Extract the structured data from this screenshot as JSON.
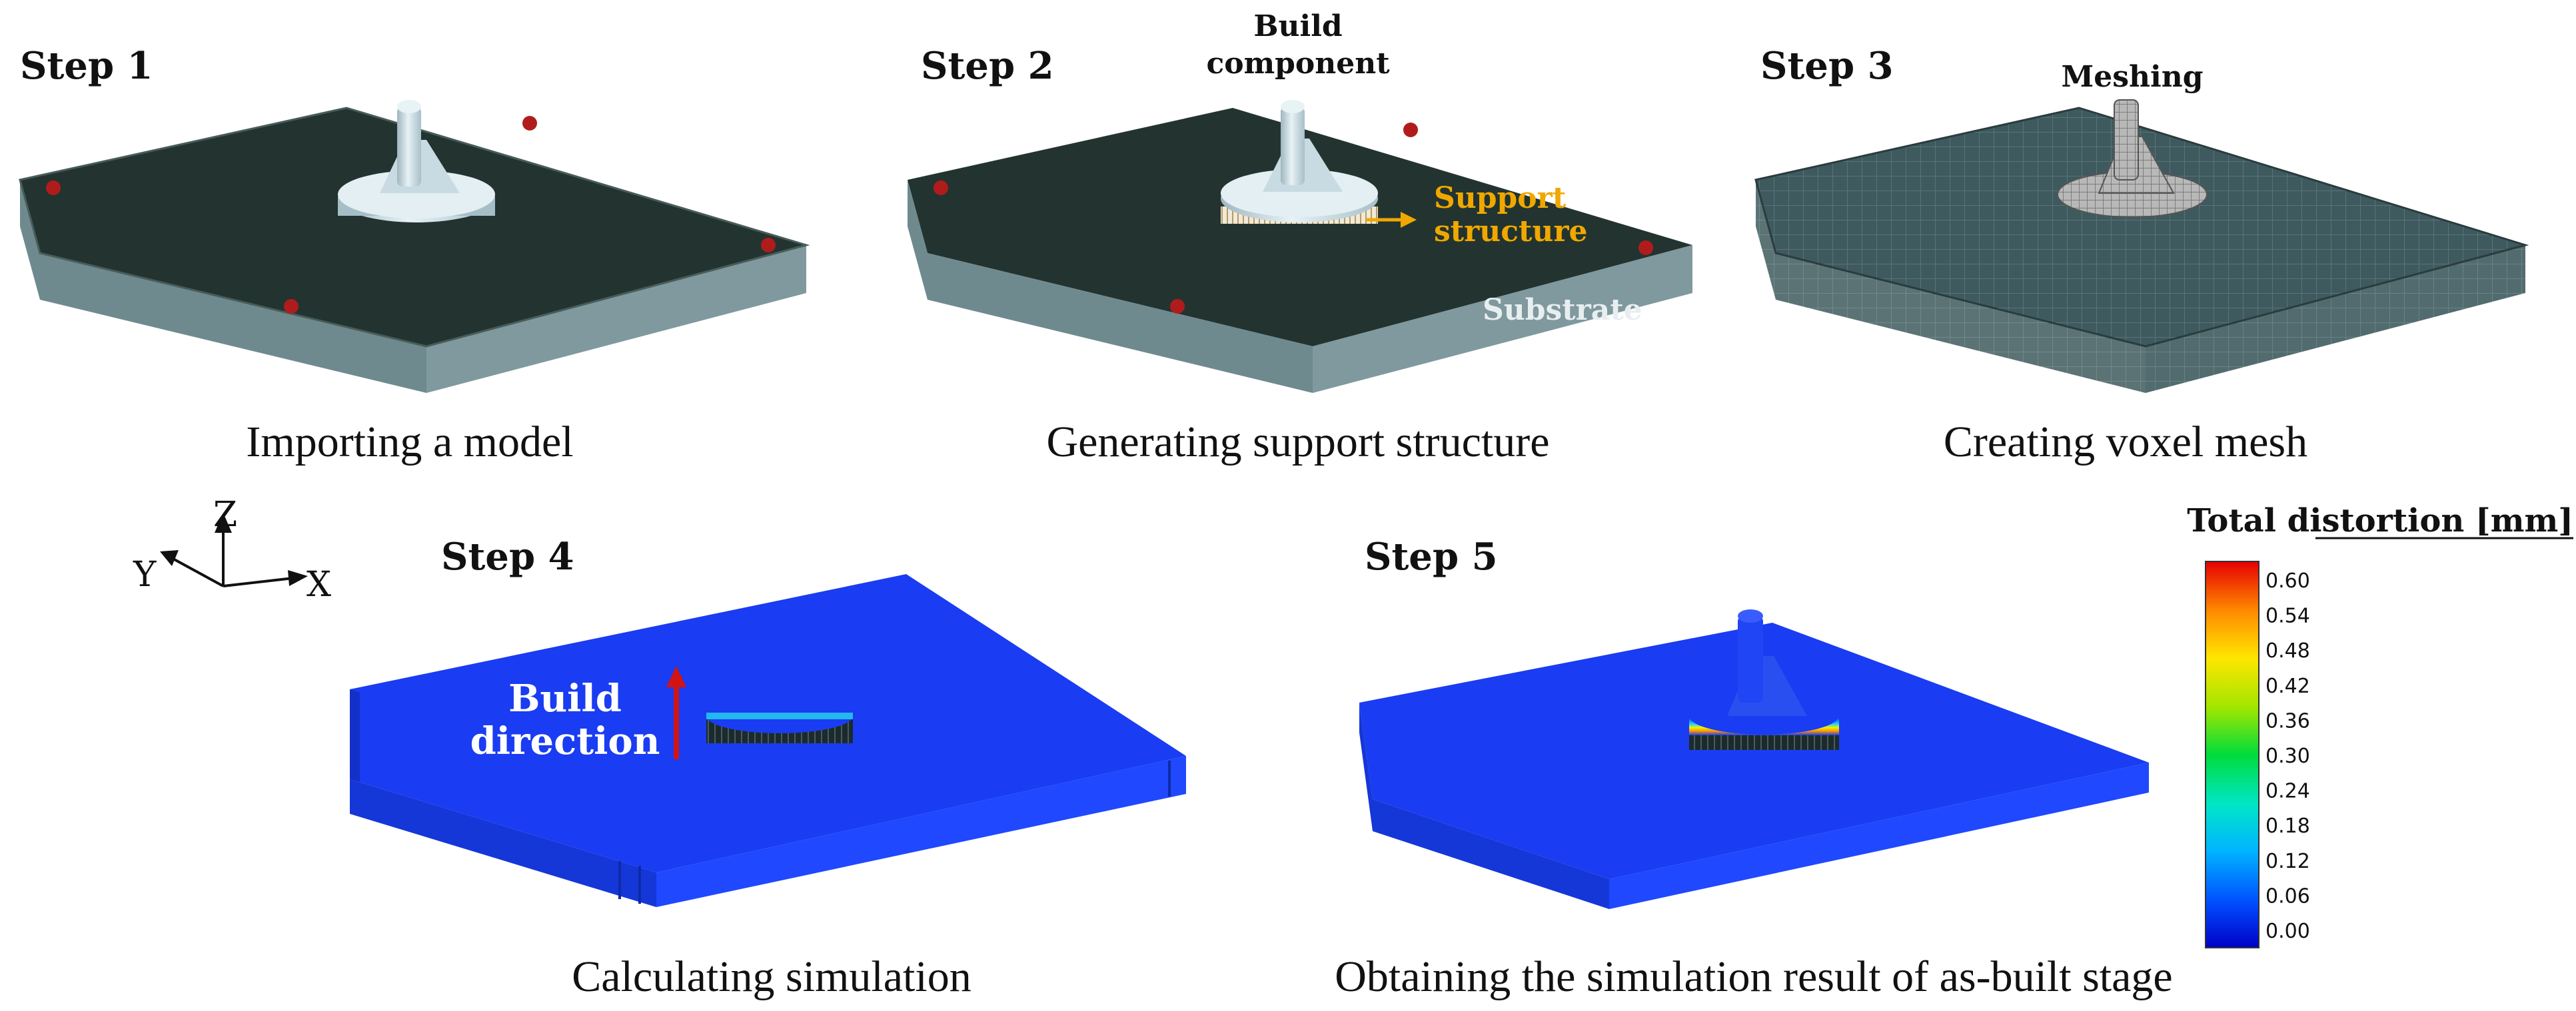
{
  "steps": [
    {
      "label": "Step 1",
      "caption": "Importing a model"
    },
    {
      "label": "Step 2",
      "caption": "Generating support structure"
    },
    {
      "label": "Step 3",
      "caption": "Creating voxel mesh"
    },
    {
      "label": "Step 4",
      "caption": "Calculating simulation"
    },
    {
      "label": "Step 5",
      "caption": "Obtaining the simulation result of as-built stage"
    }
  ],
  "annotations": {
    "build_component_line1": "Build",
    "build_component_line2": "component",
    "support_line1": "Support",
    "support_line2": "structure",
    "substrate": "Substrate",
    "meshing": "Meshing",
    "build_direction_line1": "Build",
    "build_direction_line2": "direction"
  },
  "axes": {
    "z": "Z",
    "y": "Y",
    "x": "X"
  },
  "colorbar": {
    "title": "Total distortion [mm]",
    "ticks": [
      "0.60",
      "0.54",
      "0.48",
      "0.42",
      "0.36",
      "0.30",
      "0.24",
      "0.18",
      "0.12",
      "0.06",
      "0.00"
    ],
    "min": 0.0,
    "max": 0.6
  },
  "colors": {
    "plate_top": "#233430",
    "plate_side": "#6f8a8f",
    "part": "#cfe1e8",
    "mesh_plate": "#3f5a5e",
    "sim_blue": "#1a3cf2",
    "arrow_red": "#d21414",
    "support_label": "#f0a800"
  }
}
